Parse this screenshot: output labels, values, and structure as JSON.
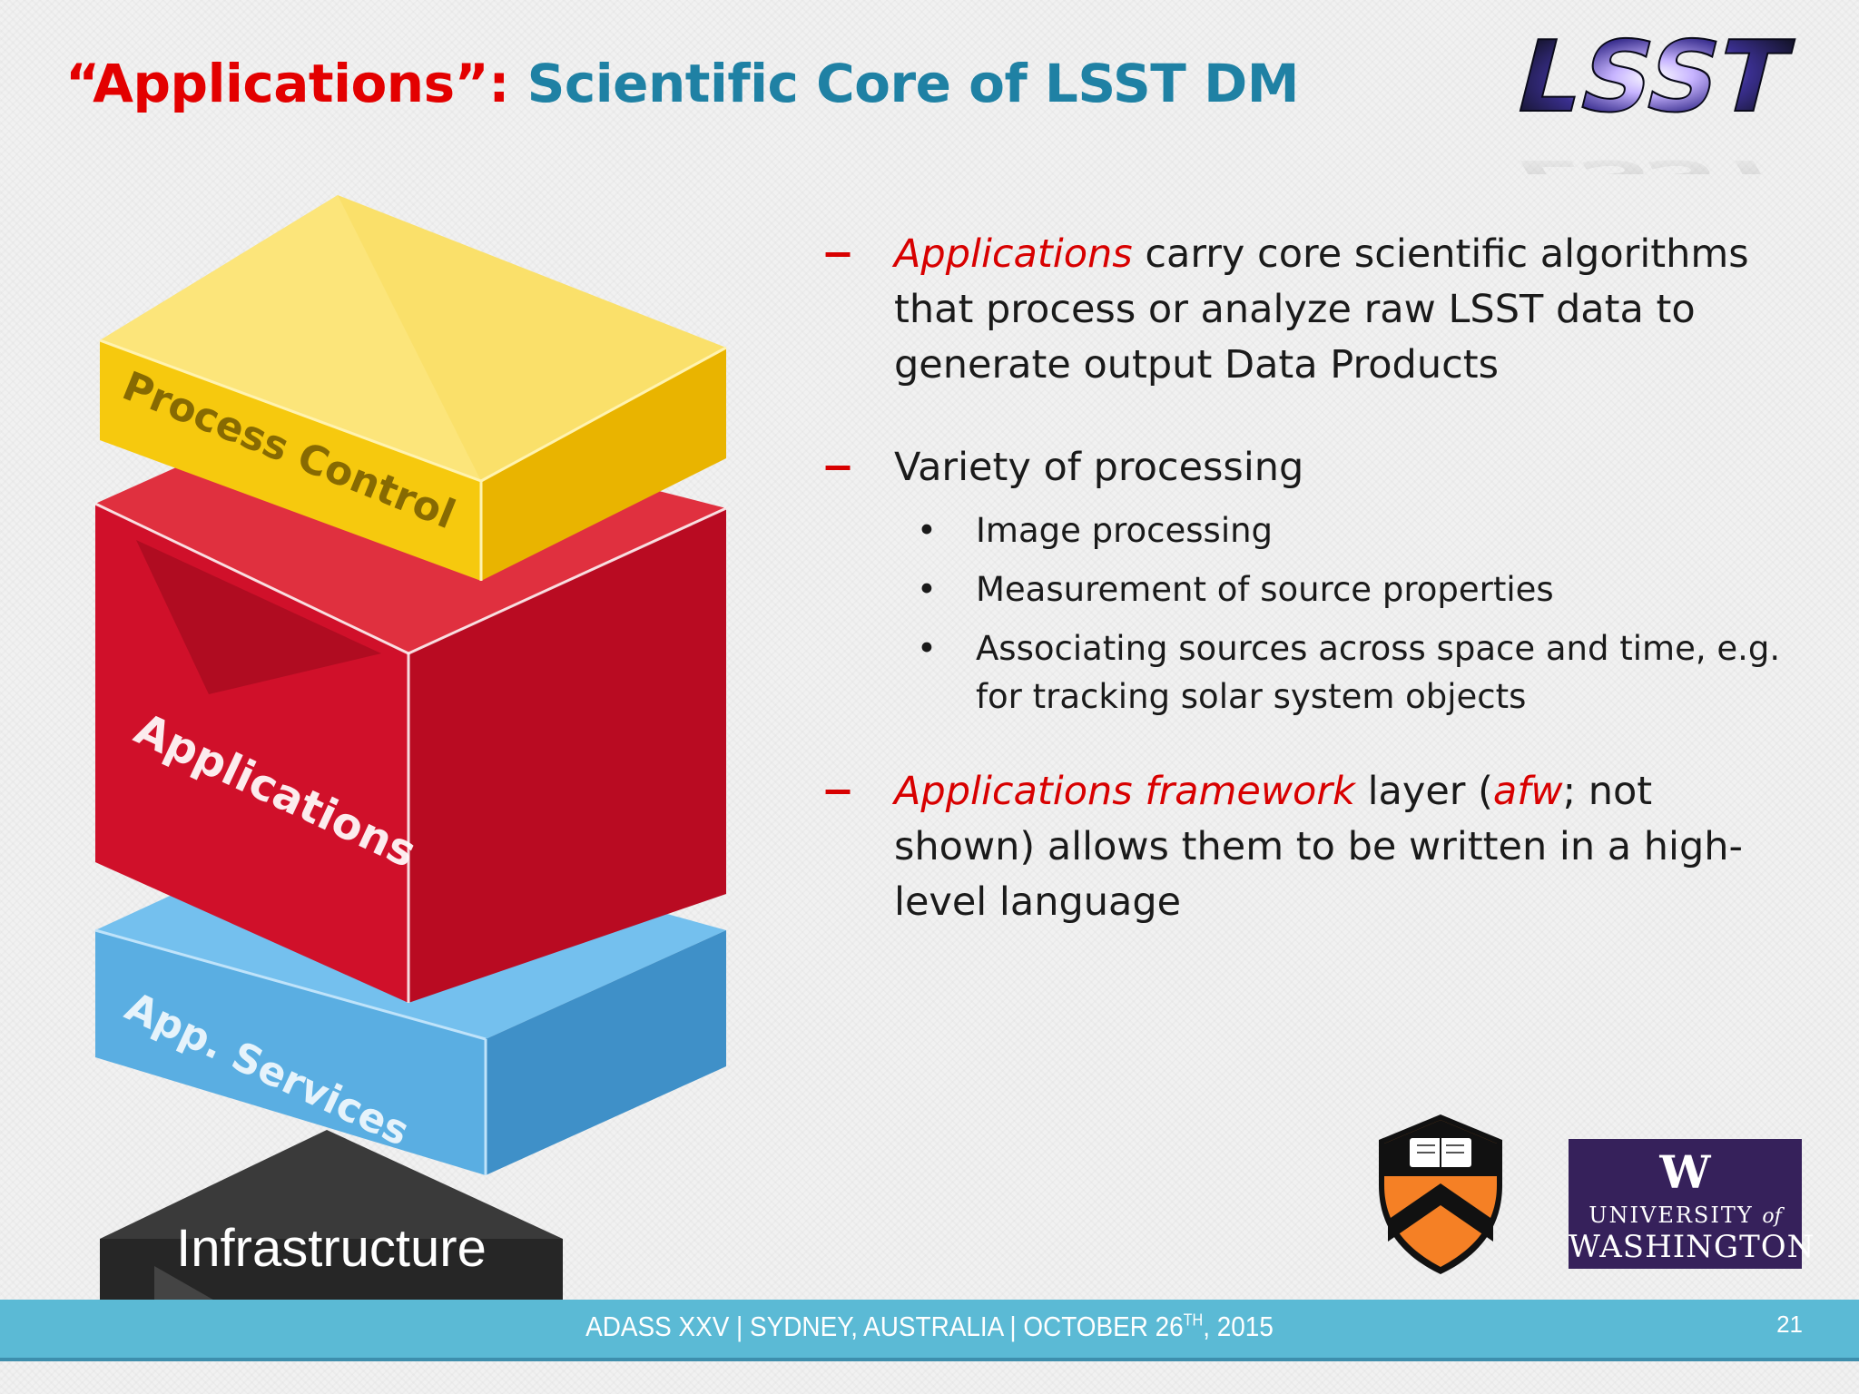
{
  "title": {
    "part1": "“Applications”:",
    "part2": "Scientific Core of LSST DM"
  },
  "logos": {
    "lsst": "LSST",
    "princeton": "princeton-shield-logo",
    "uw": {
      "w": "W",
      "university": "UNIVERSITY",
      "of": "of",
      "washington": "WASHINGTON"
    }
  },
  "stack": {
    "process_control": "Process Control",
    "applications": "Applications",
    "app_services": "App. Services",
    "infrastructure": "Infrastructure",
    "colors": {
      "process_control": "#f6c90e",
      "applications": "#d0102a",
      "app_services": "#5aaee2",
      "infrastructure": "#2c2c2c"
    }
  },
  "bullets": {
    "item1": {
      "dash": "−",
      "highlight": "Applications",
      "text": " carry core scientific algorithms that process or analyze raw LSST data to generate output Data Products"
    },
    "item2": {
      "dash": "−",
      "text": "Variety of processing",
      "subs": [
        {
          "bullet": "•",
          "text": "Image processing"
        },
        {
          "bullet": "•",
          "text": "Measurement of source properties"
        },
        {
          "bullet": "•",
          "text": "Associating sources across space and time, e.g. for tracking solar system objects"
        }
      ]
    },
    "item3": {
      "dash": "−",
      "highlight1": "Applications framework",
      "text1": " layer (",
      "highlight2": "afw",
      "text2": "; not shown) allows them to be written in a high-level language"
    }
  },
  "footer": {
    "text_before": "ADASS XXV | SYDNEY, AUSTRALIA | OCTOBER 26",
    "superscript": "TH",
    "text_after": ", 2015",
    "page_number": "21"
  },
  "colors": {
    "accent_red": "#e30000",
    "title_teal": "#1f81a4",
    "footer_bar": "#5bbad5"
  }
}
